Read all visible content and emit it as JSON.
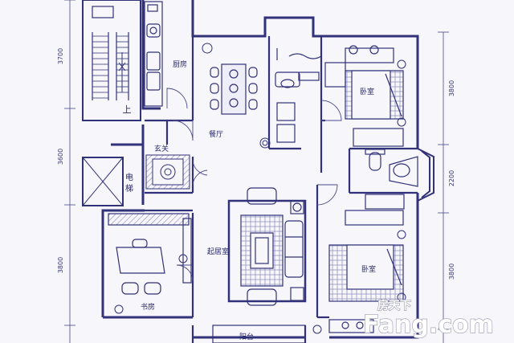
{
  "rooms": {
    "kitchen": "厨房",
    "dining": "餐厅",
    "bedroom_top": "卧室",
    "bedroom_bottom": "卧室",
    "foyer": "玄关",
    "elevator": "电\n梯",
    "living": "起居室",
    "study": "书房",
    "balcony": "阳台",
    "stair_up": "上"
  },
  "dimensions": {
    "left": [
      "3700",
      "3600",
      "3800"
    ],
    "right": [
      "3800",
      "2200",
      "3800"
    ]
  },
  "watermark": {
    "text": "房天下",
    "logo": "Fang.com"
  },
  "colors": {
    "wall": "#32327a",
    "line": "#4a4a8c",
    "background": "#f6f6fb",
    "hatch": "#8a8ac0"
  }
}
